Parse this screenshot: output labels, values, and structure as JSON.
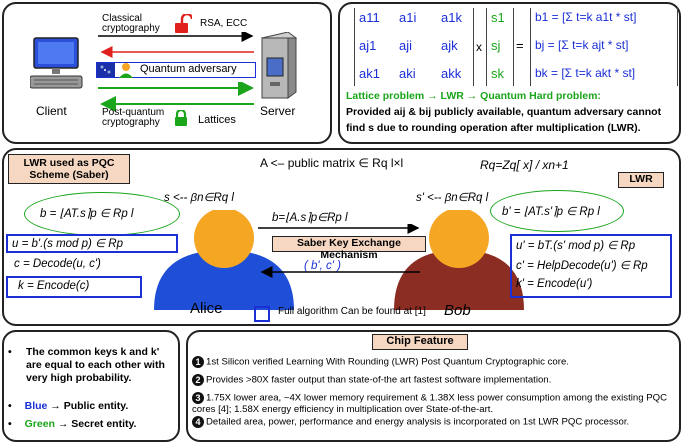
{
  "top_left": {
    "client_label": "Client",
    "server_label": "Server",
    "classical_label": "Classical cryptography",
    "classical_algos": "RSA, ECC",
    "quantum_label": "Quantum adversary",
    "pq_label": "Post-quantum cryptography",
    "pq_algos": "Lattices"
  },
  "top_right": {
    "matrix_rows": [
      [
        "a11",
        "a1i",
        "a1k"
      ],
      [
        "aj1",
        "aji",
        "ajk"
      ],
      [
        "ak1",
        "aki",
        "akk"
      ]
    ],
    "s_vector": [
      "s1",
      "sj",
      "sk"
    ],
    "b_rows": [
      "b1 = [Σ t=k a1t * st]",
      "bj = [Σ t=k ajt * st]",
      "bk = [Σ t=k akt * st]"
    ],
    "lattice_line": "Lattice problem → LWR → Quantum Hard problem:",
    "desc_line1": "Provided aij & bij publicly available, quantum adversary cannot",
    "desc_line2": "find s due to rounding operation after multiplication (LWR)."
  },
  "middle": {
    "lwr_pqc_tag": "LWR used as PQC Scheme (Saber)",
    "lwr_tag": "LWR",
    "public_matrix": "A <– public matrix ∈ Rq l×l",
    "ring_def": "Rq=Zq[ x] / xn+1",
    "alice_s": "s <-- βn∈Rq l",
    "bob_s": "s' <-- βn∈Rq l",
    "alice_b": "b = ⌊AT.s⌉p ∈ Rp l",
    "bob_b": "b' = ⌊AT.s'⌉p ∈ Rp l",
    "channel_b": "b=⌊A.s⌉p∈Rp l",
    "saber_tag": "Saber Key Exchange Mechanism",
    "channel_bc": "( b', c' )",
    "alice_eq1": "u = b'.(s mod p) ∈ Rp",
    "alice_eq2": "c = Decode(u, c')",
    "alice_eq3": "k = Encode(c)",
    "bob_eq1": "u' = bT.(s' mod p) ∈ Rp",
    "bob_eq2": "c' = HelpDecode(u') ∈ Rp",
    "bob_eq3": "k' = Encode(u')",
    "alice_name": "Alice",
    "bob_name": "Bob",
    "legend_text": "Full algorithm Can be found at [1]"
  },
  "bottom_left": {
    "note1": "The common keys k and k' are equal to each other with very high probability.",
    "note2_colored": "Blue",
    "note2_rest": " → Public entity.",
    "note3_colored": "Green",
    "note3_rest": " → Secret entity."
  },
  "bottom_right": {
    "title": "Chip Feature",
    "items": [
      "1st Silicon verified Learning With Rounding (LWR) Post Quantum Cryptographic core.",
      "Provides >80X faster output than state-of-the art fastest software implementation.",
      "1.75X lower area, ~4X lower memory requirement & 1.38X less power consumption among the existing PQC cores [4]; 1.58X energy efficiency in multiplication over State-of-the-art.",
      "Detailed area, power, performance and energy analysis is incorporated on 1st LWR PQC processor."
    ]
  },
  "colors": {
    "blue": "#1a2fd6",
    "green": "#1aa51a",
    "tag_fill": "#f6d8c2",
    "face": "#f5a623",
    "alice_body": "#1f4fd6",
    "bob_body": "#8b2d22"
  }
}
